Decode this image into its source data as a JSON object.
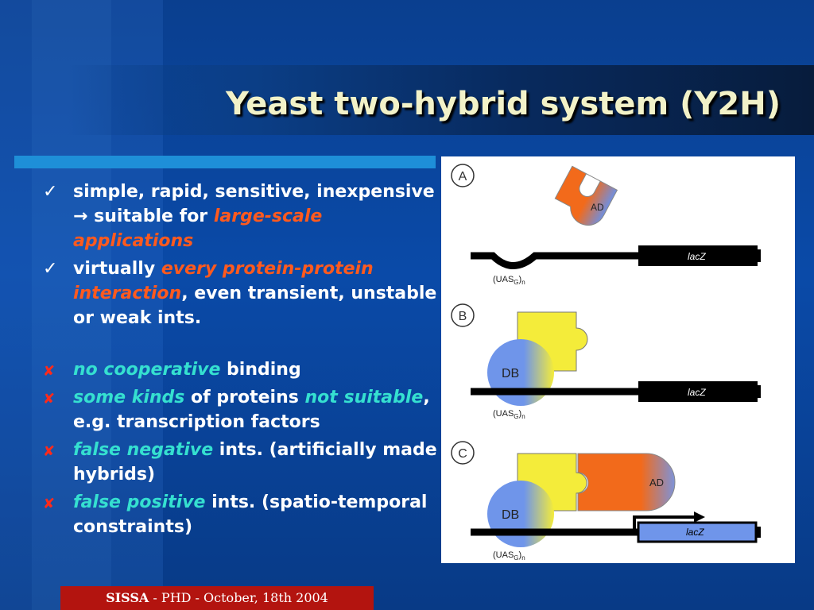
{
  "title": "Yeast two-hybrid system (Y2H)",
  "bullets": {
    "b1": {
      "t1": "simple, rapid, sensitive, inexpensive  ",
      "arrow": "→",
      "t2": " suitable for ",
      "em": "large-scale applications"
    },
    "b2": {
      "t1": "virtually ",
      "em": "every protein-protein interaction",
      "t2": ", even transient, unstable or weak ints."
    },
    "b3": {
      "em": "no cooperative",
      "t1": " binding"
    },
    "b4": {
      "em1": "some kinds",
      "t1": " of proteins ",
      "em2": "not suitable",
      "t2": ", e.g. transcription factors"
    },
    "b5": {
      "em": "false negative",
      "t1": " ints. (artificially made hybrids)"
    },
    "b6": {
      "em": "false positive",
      "t1": " ints. (spatio-temporal constraints)"
    }
  },
  "figure": {
    "panels": [
      "A",
      "B",
      "C"
    ],
    "ad_label": "AD",
    "db_label": "DB",
    "gene_label": "lacZ",
    "uas_main": "(UAS",
    "uas_sub": "G",
    "uas_tail": ")",
    "uas_n": "n"
  },
  "footer": {
    "org": "SISSA",
    "rest": "  - PHD -  October, 18th 2004"
  },
  "colors": {
    "accent_red": "#ff5a1e",
    "accent_teal": "#35e0d0",
    "footer_bg": "#b3140f",
    "title": "#f2f2c8"
  }
}
